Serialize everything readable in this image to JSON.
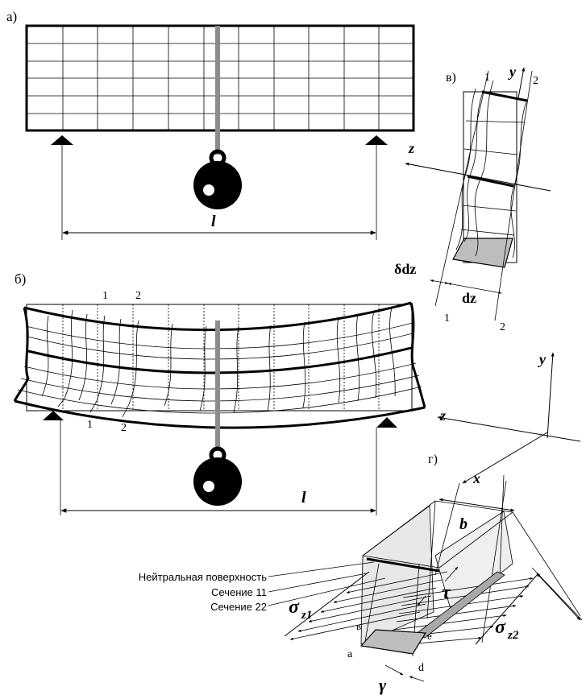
{
  "panels": {
    "a": "а)",
    "b": "б)",
    "v": "в)",
    "g": "г)"
  },
  "labels": {
    "span_a": "l",
    "span_b": "l",
    "sec1_top": "1",
    "sec2_top": "2",
    "sec1_bot": "1",
    "sec2_bot": "2",
    "v_sec1_top": "1",
    "v_sec2_top": "2",
    "v_sec1_bot": "1",
    "v_sec2_bot": "2",
    "v_y": "y",
    "v_z": "z",
    "v_delta_dz": "δdz",
    "v_dz": "dz",
    "g_y": "y",
    "g_z": "z",
    "g_x": "x",
    "g_b": "b",
    "g_tau": "τ",
    "g_gamma": "γ",
    "g_sigma_z1_main": "σ",
    "g_sigma_z1_sub": "z1",
    "g_sigma_z2_main": "σ",
    "g_sigma_z2_sub": "z2",
    "g_pt_a": "a",
    "g_pt_v": "в",
    "g_pt_e": "e",
    "g_pt_d": "d",
    "callout_neutral": "Нейтральная поверхность",
    "callout_sec11": "Сечение 11",
    "callout_sec22": "Сечение 22"
  },
  "colors": {
    "ink": "#000000",
    "rod": "#8c8c8c",
    "shade": "#bdbdbd",
    "face": "#e8e8e8"
  }
}
